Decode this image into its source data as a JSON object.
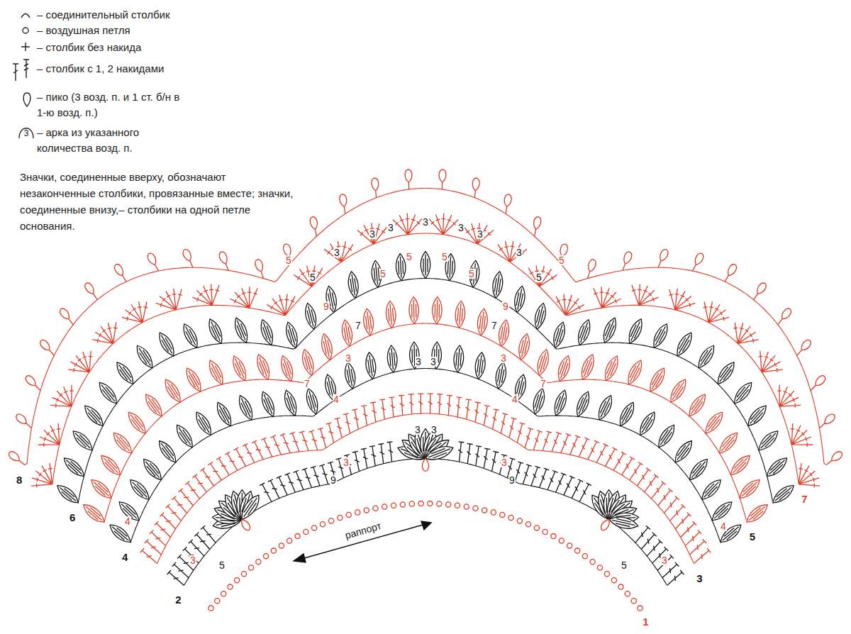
{
  "diagram": {
    "labels": [
      "Значки, соединенные вверху, обозначают незаконченные столбики, провязанные вместе; значки, соединенные внизу,– столбики на одной петле основания.",
      "3",
      "8",
      "6",
      "4",
      "2",
      "7",
      "5",
      "3",
      "1",
      "5",
      "3",
      "4",
      "5",
      "3",
      "4",
      "9",
      "9",
      "3",
      "3",
      "7",
      "7",
      "4",
      "4",
      "3",
      "3",
      "7",
      "7",
      "9",
      "9",
      "5",
      "5",
      "5",
      "5",
      "3",
      "3",
      "3",
      "3",
      "3",
      "3",
      "3",
      "5",
      "5",
      "5",
      "5",
      "3",
      "3",
      "3",
      "3",
      "раппорт"
    ],
    "legend": [
      {
        "text": "– соединительный столбик"
      },
      {
        "text": "– воздушная петля"
      },
      {
        "text": "– столбик без накида"
      },
      {
        "text": "– столбик с 1, 2 накидами"
      },
      {
        "text": "– пико (3 возд. п. и 1 ст. б/н в 1-ю возд. п.)"
      },
      {
        "text": "– арка из указанного количества возд. п."
      }
    ]
  }
}
